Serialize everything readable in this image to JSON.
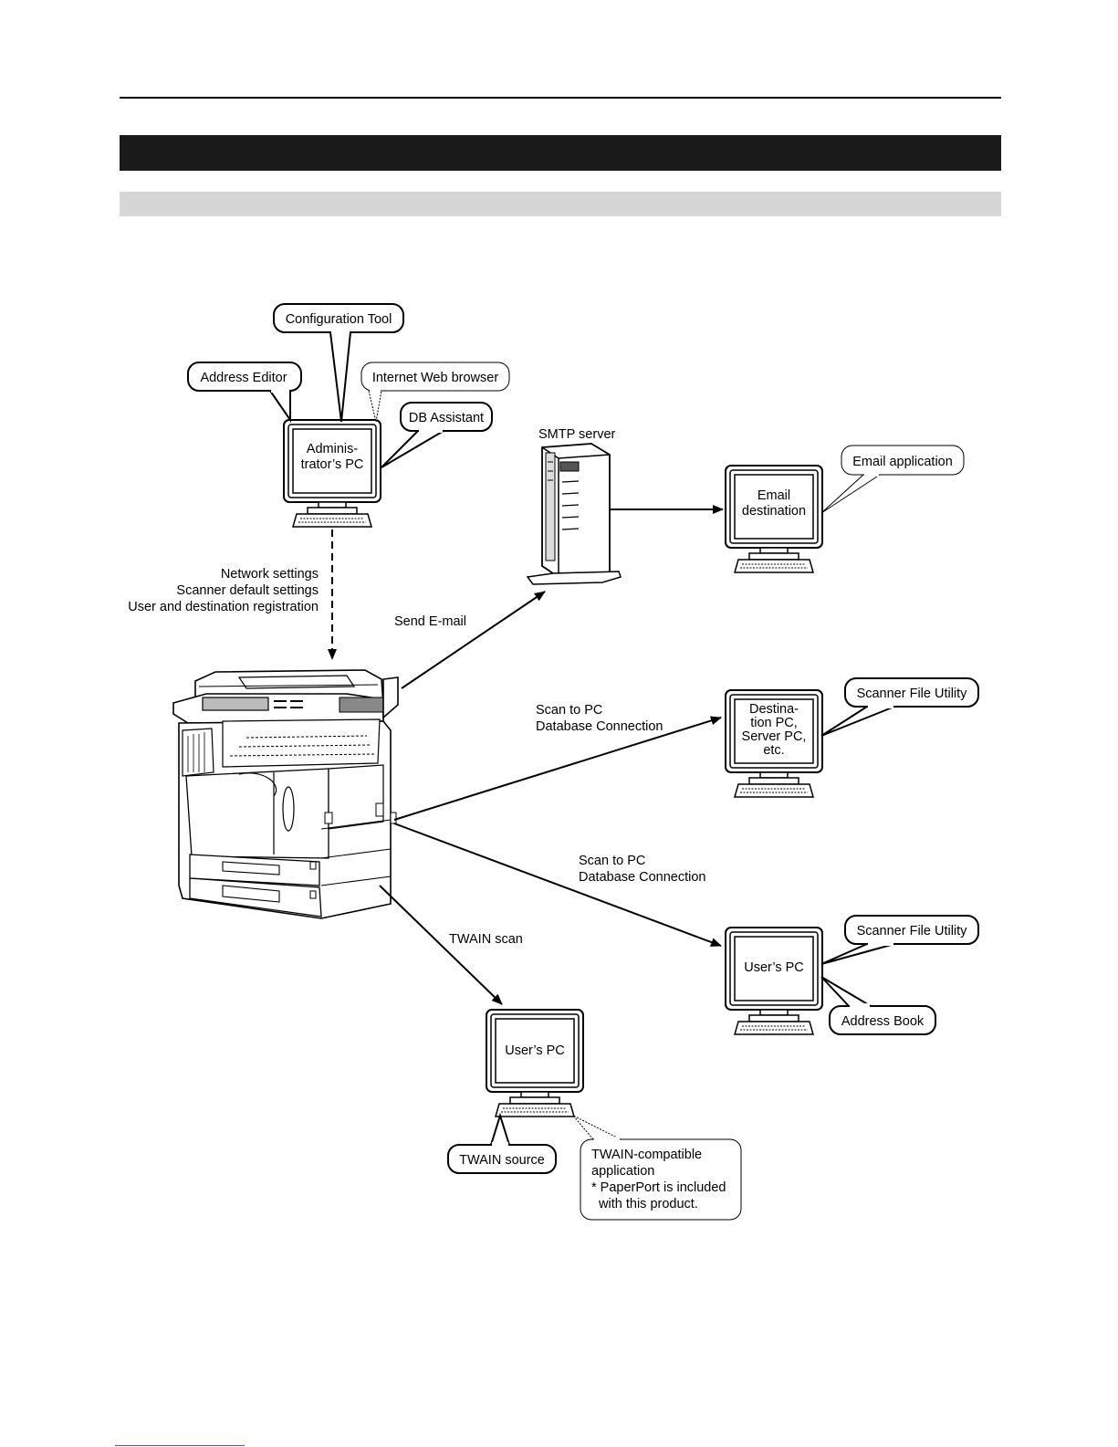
{
  "page": {
    "title": "",
    "subtitle": ""
  },
  "callouts": {
    "configuration_tool": "Configuration Tool",
    "address_editor": "Address Editor",
    "internet_web_browser": "Internet Web browser",
    "db_assistant": "DB Assistant",
    "email_application": "Email application",
    "scanner_file_utility_1": "Scanner File Utility",
    "scanner_file_utility_2": "Scanner File Utility",
    "address_book": "Address Book",
    "twain_source": "TWAIN source",
    "twain_app": [
      "TWAIN-compatible",
      "application",
      "* PaperPort is included",
      "  with this product."
    ]
  },
  "nodes": {
    "admin_pc": [
      "Adminis-",
      "trator’s PC"
    ],
    "smtp_server": "SMTP server",
    "email_destination": [
      "Email",
      "destination"
    ],
    "destination_pc": [
      "Destina-",
      "tion PC,",
      "Server PC,",
      "etc."
    ],
    "users_pc_right": "User’s PC",
    "users_pc_bottom": "User’s PC"
  },
  "edges": {
    "admin_to_mfp": [
      "Network settings",
      "Scanner default settings",
      "User and destination registration"
    ],
    "send_email": "Send E-mail",
    "scan_to_pc_1": [
      "Scan to PC",
      "Database Connection"
    ],
    "scan_to_pc_2": [
      "Scan to PC",
      "Database Connection"
    ],
    "twain_scan": "TWAIN scan"
  },
  "colors": {
    "title_bar": "#1a1a1a",
    "subtitle_bar": "#d6d6d6",
    "line": "#000000"
  }
}
